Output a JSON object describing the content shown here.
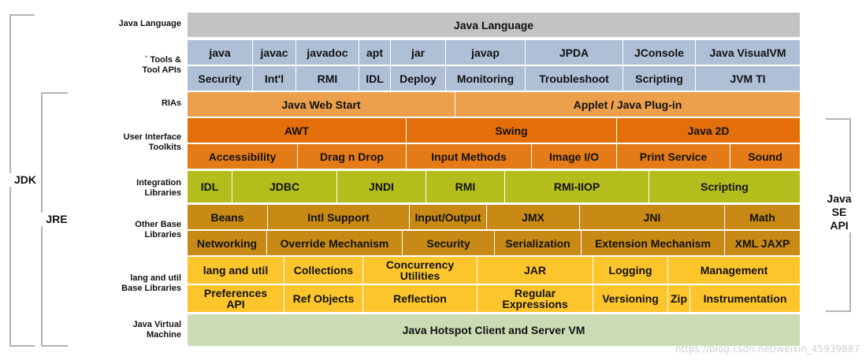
{
  "brackets": {
    "jdk": "JDK",
    "jre": "JRE",
    "java_se_api": "Java\nSE\nAPI"
  },
  "row_labels": {
    "java_language": "Java Language",
    "tools": "` Tools &\nTool APIs",
    "rias": "RIAs",
    "ui": "User Interface\nToolkits",
    "integration": "Integration\nLibraries",
    "other_base": "Other Base\nLibraries",
    "lang_util": "lang and util\nBase Libraries",
    "jvm": "Java Virtual\nMachine"
  },
  "rows": {
    "java_language": [
      "Java Language"
    ],
    "tools_1": [
      "java",
      "javac",
      "javadoc",
      "apt",
      "jar",
      "javap",
      "JPDA",
      "JConsole",
      "Java VisualVM"
    ],
    "tools_2": [
      "Security",
      "Int'l",
      "RMI",
      "IDL",
      "Deploy",
      "Monitoring",
      "Troubleshoot",
      "Scripting",
      "JVM TI"
    ],
    "rias": [
      "Java Web Start",
      "Applet / Java Plug-in"
    ],
    "ui_1": [
      "AWT",
      "Swing",
      "Java 2D"
    ],
    "ui_2": [
      "Accessibility",
      "Drag n Drop",
      "Input Methods",
      "Image I/O",
      "Print Service",
      "Sound"
    ],
    "integration": [
      "IDL",
      "JDBC",
      "JNDI",
      "RMI",
      "RMI-IIOP",
      "Scripting"
    ],
    "other_1": [
      "Beans",
      "Intl Support",
      "Input/Output",
      "JMX",
      "JNI",
      "Math"
    ],
    "other_2": [
      "Networking",
      "Override Mechanism",
      "Security",
      "Serialization",
      "Extension Mechanism",
      "XML JAXP"
    ],
    "lang_1": [
      "lang and util",
      "Collections",
      "Concurrency\nUtilities",
      "JAR",
      "Logging",
      "Management"
    ],
    "lang_2": [
      "Preferences\nAPI",
      "Ref Objects",
      "Reflection",
      "Regular\nExpressions",
      "Versioning",
      "Zip",
      "Instrumentation"
    ],
    "jvm": [
      "Java Hotspot Client and Server VM"
    ]
  },
  "watermark": "https://blog.csdn.net/weixin_45939887"
}
